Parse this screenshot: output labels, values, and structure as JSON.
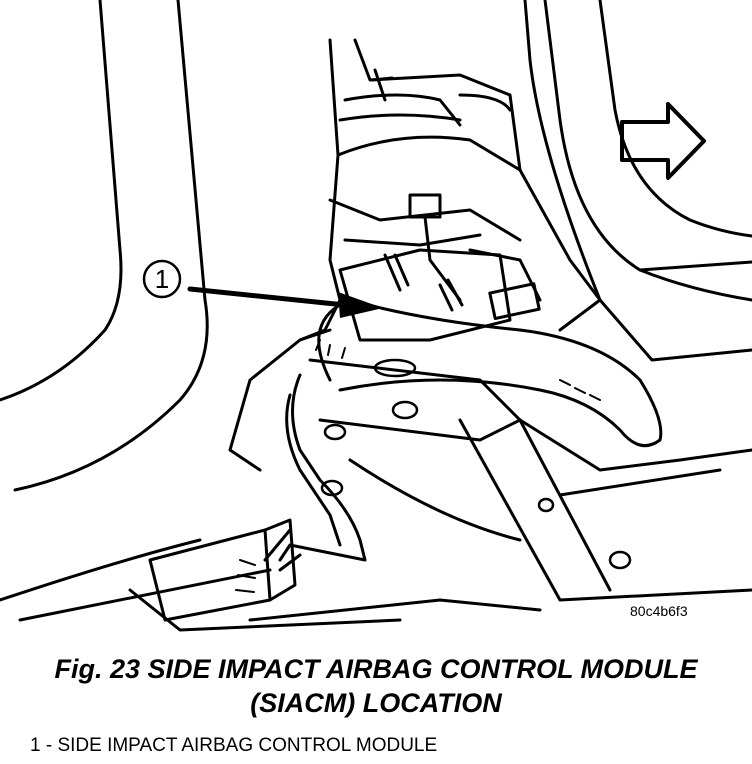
{
  "figure": {
    "image_code": "80c4b6f3",
    "callout_number": "1",
    "caption_line1": "Fig. 23 SIDE IMPACT AIRBAG CONTROL MODULE",
    "caption_line2": "(SIACM) LOCATION",
    "legend": "1 - SIDE IMPACT AIRBAG CONTROL MODULE",
    "direction_indicator": "right-arrow-icon"
  }
}
